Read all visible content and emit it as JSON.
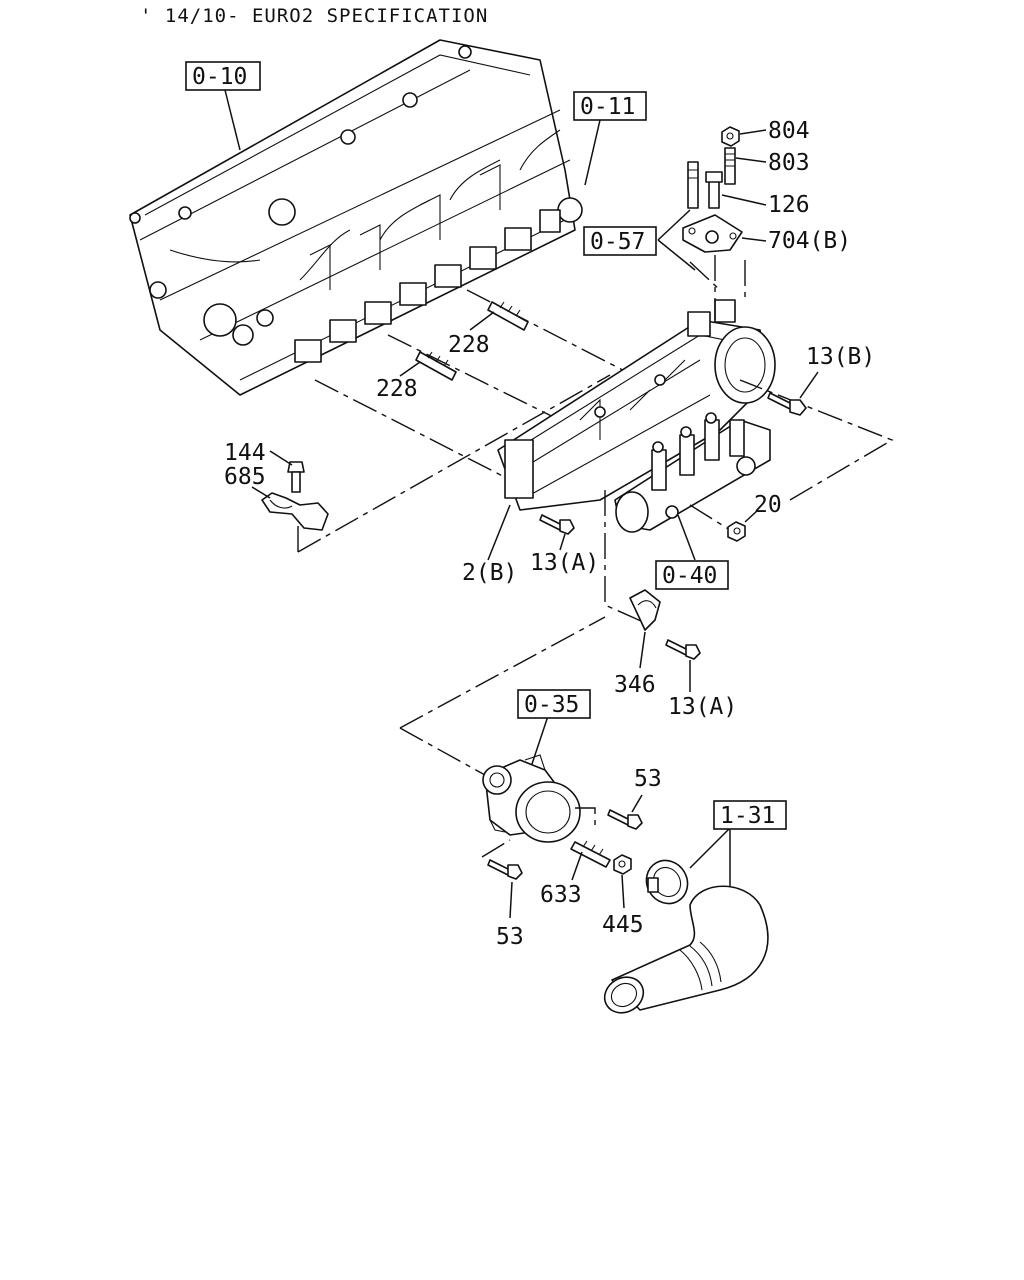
{
  "title": "' 14/10- EURO2 SPECIFICATION",
  "refs": {
    "r010": "0-10",
    "r011": "0-11",
    "r057": "0-57",
    "r040": "0-40",
    "r035": "0-35",
    "r131": "1-31"
  },
  "callouts": {
    "c804": "804",
    "c803": "803",
    "c126": "126",
    "c704b": "704(B)",
    "c228a": "228",
    "c228b": "228",
    "c13b": "13(B)",
    "c144": "144",
    "c685": "685",
    "c20": "20",
    "c2b": "2(B)",
    "c13a1": "13(A)",
    "c346": "346",
    "c13a2": "13(A)",
    "c53a": "53",
    "c53b": "53",
    "c633": "633",
    "c445": "445"
  }
}
